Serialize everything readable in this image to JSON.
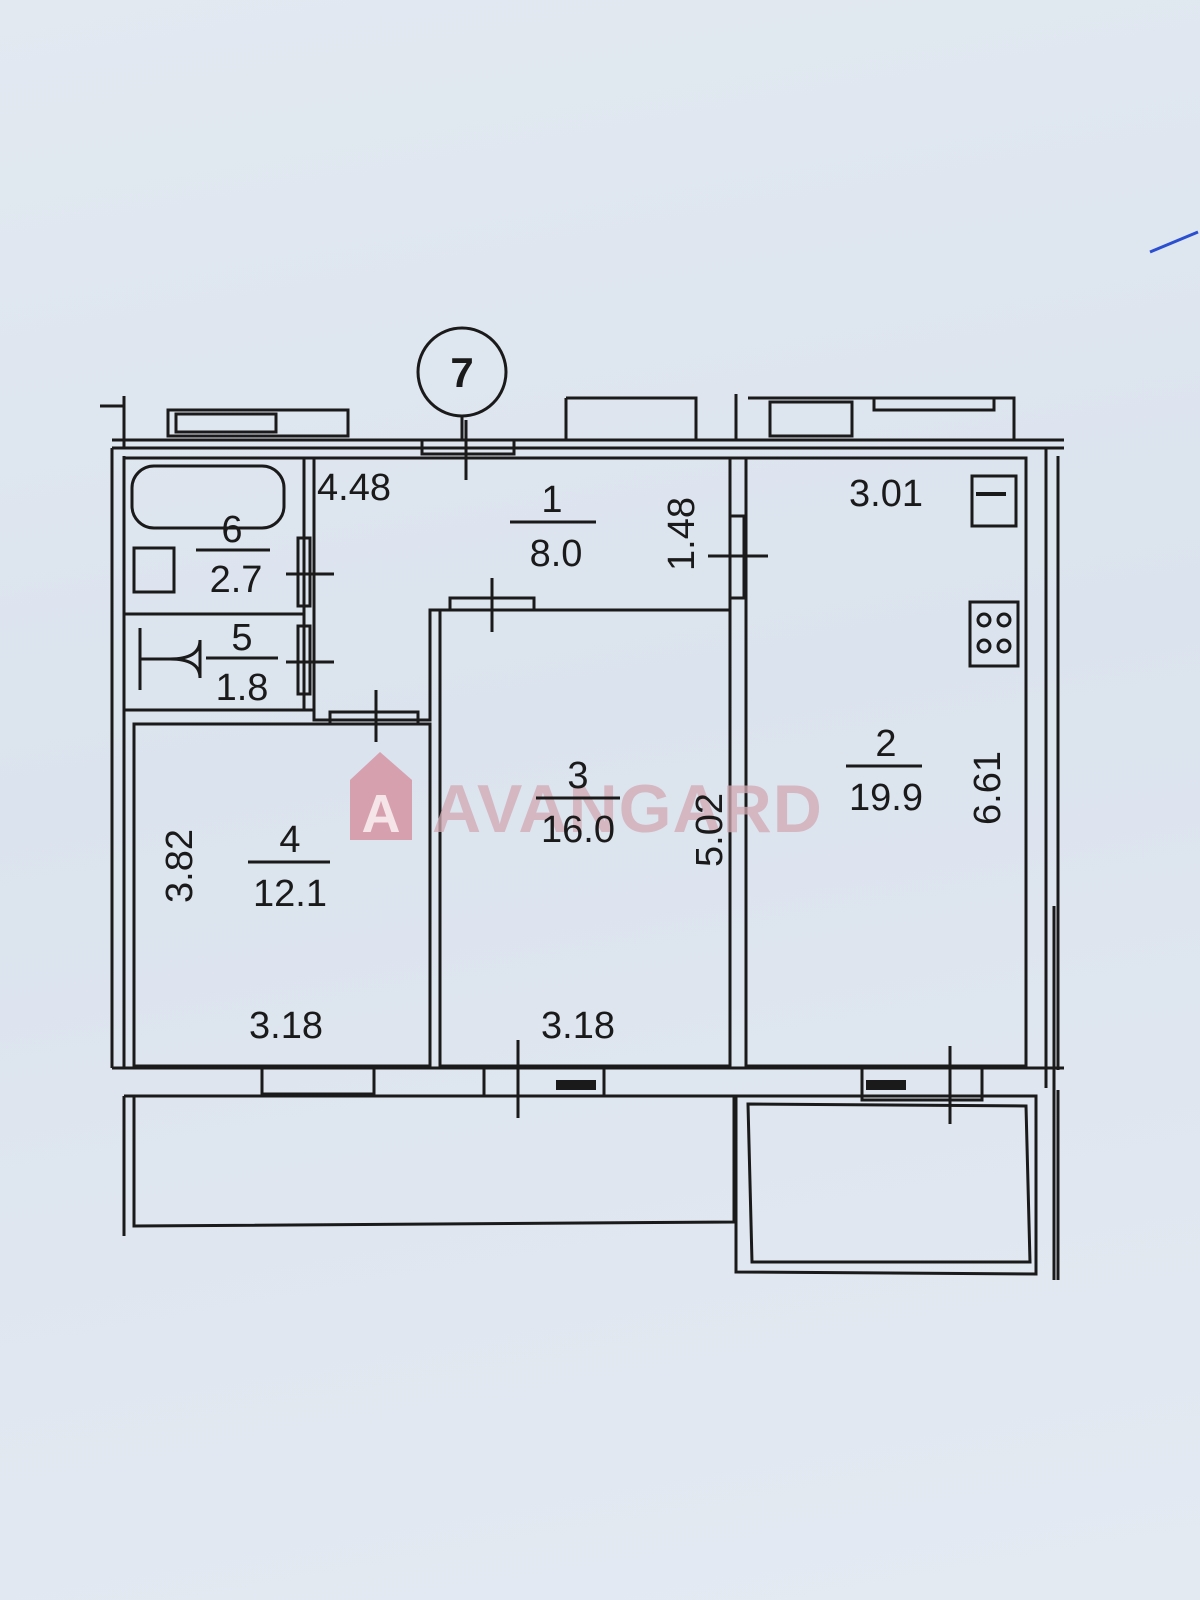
{
  "apartment_number": "7",
  "watermark": {
    "brand": "AVANGARD",
    "logo_letter": "A"
  },
  "colors": {
    "ink": "#1a1a1a",
    "paper": "#dde5ef",
    "watermark": "#d2a9b2",
    "pen": "#2a4fd0"
  },
  "rooms": [
    {
      "id": "1",
      "area": "8.0"
    },
    {
      "id": "2",
      "area": "19.9"
    },
    {
      "id": "3",
      "area": "16.0"
    },
    {
      "id": "4",
      "area": "12.1"
    },
    {
      "id": "5",
      "area": "1.8"
    },
    {
      "id": "6",
      "area": "2.7"
    }
  ],
  "dimensions": {
    "hall_width": "4.48",
    "hall_depth": "1.48",
    "kitchen_width": "3.01",
    "kitchen_length": "6.61",
    "room3_length": "5.02",
    "room4_length": "3.82",
    "room4_width": "3.18",
    "room3_width": "3.18"
  }
}
